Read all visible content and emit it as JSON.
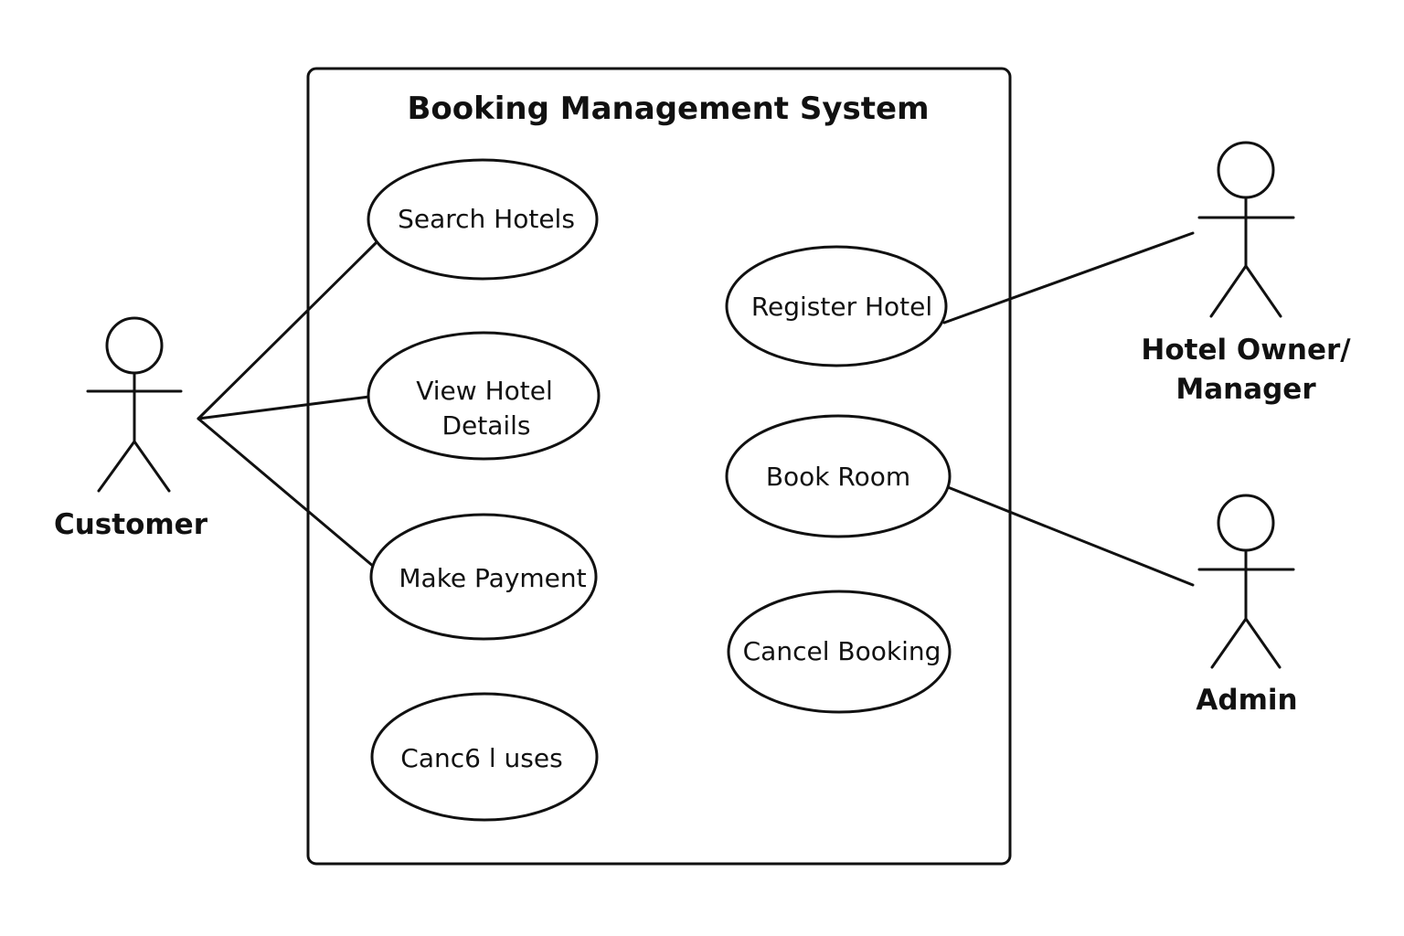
{
  "system": {
    "title": "Booking Management System"
  },
  "use_cases": {
    "search_hotels": "Search Hotels",
    "view_hotel_details_line1": "View Hotel",
    "view_hotel_details_line2": "Details",
    "make_payment": "Make Payment",
    "cancel_uses": "Canc6 l uses",
    "register_hotel": "Register Hotel",
    "book_room": "Book Room",
    "cancel_booking": "Cancel Booking"
  },
  "actors": {
    "customer": "Customer",
    "hotel_owner_line1": "Hotel Owner/",
    "hotel_owner_line2": "Manager",
    "admin": "Admin"
  },
  "colors": {
    "stroke": "#111111",
    "background": "#ffffff"
  }
}
